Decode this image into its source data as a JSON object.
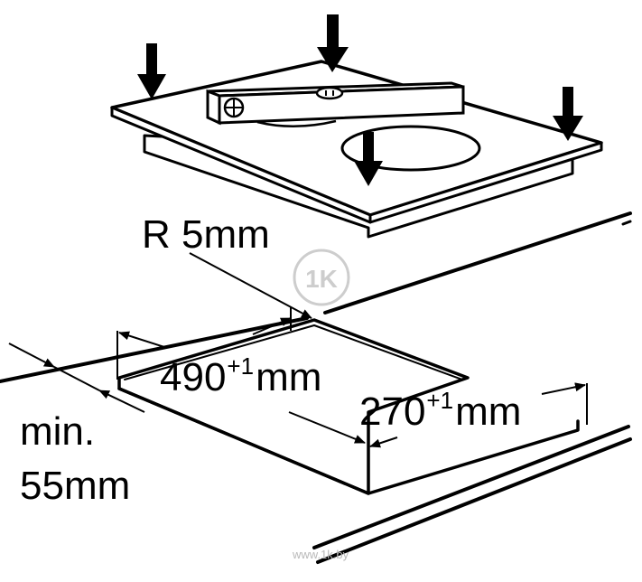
{
  "labels": {
    "radius": "R 5mm",
    "width_value": "490",
    "width_tol": "+1",
    "width_unit": "mm",
    "depth_value": "270",
    "depth_tol": "+1",
    "depth_unit": "mm",
    "min_line1": "min.",
    "min_line2": "55mm"
  },
  "watermark": {
    "text": "www.1k.by",
    "logo_text": "1K"
  },
  "colors": {
    "line": "#000000",
    "background": "#ffffff",
    "watermark": "#b9b9b9"
  }
}
